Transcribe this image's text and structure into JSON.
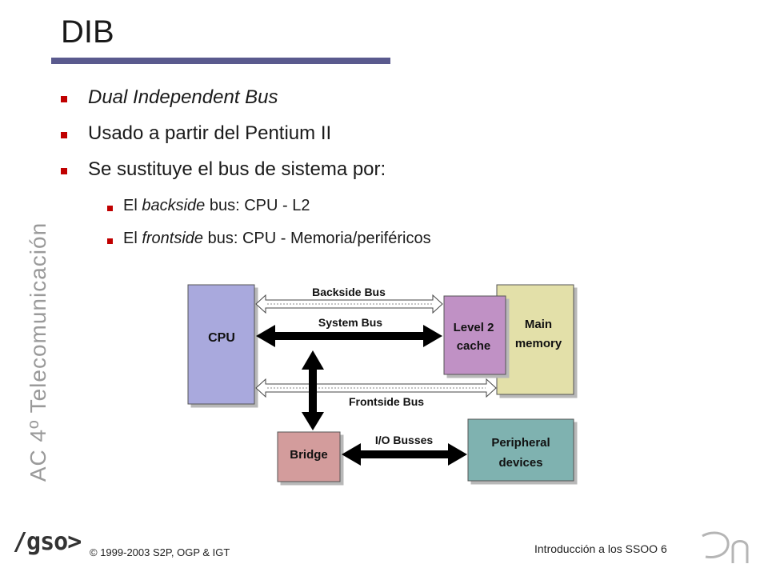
{
  "slide": {
    "title": "DIB",
    "bullets": [
      {
        "text": "Dual Independent Bus"
      },
      {
        "text": "Usado a partir del Pentium II"
      },
      {
        "text": "Se sustituye el bus de sistema por:"
      }
    ],
    "sub_bullets": [
      {
        "pre": "El ",
        "em": "backside",
        "post": " bus: CPU - L2"
      },
      {
        "pre": "El ",
        "em": "frontside",
        "post": " bus: CPU - Memoria/periféricos"
      }
    ]
  },
  "diagram": {
    "boxes": {
      "cpu": "CPU",
      "l2_line1": "Level 2",
      "l2_line2": "cache",
      "mem_line1": "Main",
      "mem_line2": "memory",
      "bridge": "Bridge",
      "periph_line1": "Peripheral",
      "periph_line2": "devices"
    },
    "buses": {
      "backside": "Backside Bus",
      "system": "System Bus",
      "frontside": "Frontside Bus",
      "io": "I/O Busses"
    },
    "colors": {
      "cpu": "#a9a9dd",
      "l2": "#c091c5",
      "memory": "#e3e0a9",
      "bridge": "#d39c9c",
      "peripheral": "#7fb2b0",
      "accent_bullet": "#c00000",
      "title_rule": "#5a5a8e"
    }
  },
  "sidebar_label": "AC 4º Telecomunicación",
  "footer": {
    "logo": "/gso>",
    "copyright": "© 1999-2003 S2P, OGP & IGT",
    "page": "Introducción a los SSOO 6"
  }
}
